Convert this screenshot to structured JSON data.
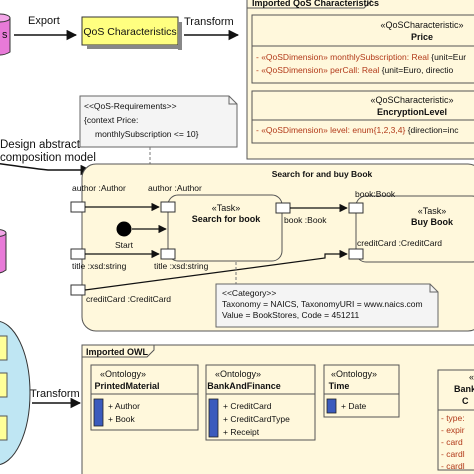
{
  "colors": {
    "background": "#ffffff",
    "frame_fill": "#fff8dc",
    "frame_border": "#555555",
    "highlight_fill": "#ffff80",
    "note_fill": "#f4f4f4",
    "ontology_side_fill": "#ffff99",
    "database_fill": "#e87ad8",
    "ellipse_fill": "#bfe6f3",
    "attribute_red": "#b23a1a",
    "port_fill": "#ffffff"
  },
  "top_flow": {
    "export_label": "Export",
    "qos_box_label": "QoS Characteristics",
    "transform_label": "Transform"
  },
  "qos_panel": {
    "title": "Imported QoS Characteristics",
    "price": {
      "stereotype": "«QoSCharacteristic»",
      "name": "Price",
      "attributes": [
        {
          "prefix": "-  «QoSDimension» ",
          "name": "monthlySubscription",
          "type": ": Real",
          "extra": " {unit=Eur"
        },
        {
          "prefix": "-  «QoSDimension» ",
          "name": "perCall",
          "type": ": Real",
          "extra": " {unit=Euro, directio"
        }
      ]
    },
    "encryption": {
      "stereotype": "«QoSCharacteristic»",
      "name": "EncryptionLevel",
      "attributes": [
        {
          "prefix": "-  «QoSDimension» ",
          "name": "level",
          "type": ": enum{1,2,3,4}",
          "extra": " {direction=inc"
        }
      ]
    }
  },
  "requirements_note": {
    "line1": "<<QoS-Requirements>>",
    "line2": "{context Price:",
    "line3": "monthlySubscription <= 10}"
  },
  "design_label": {
    "line1": "Design abstract",
    "line2": "composition model"
  },
  "composition": {
    "title": "Search for and buy Book",
    "search_task": {
      "stereotype": "«Task»",
      "name": "Search for book"
    },
    "buy_task": {
      "stereotype": "«Task»",
      "name": "Buy Book"
    },
    "start_label": "Start",
    "pins": {
      "author_left": "author :Author",
      "author_right": "author :Author",
      "title_left": "title :xsd:string",
      "title_right": "title :xsd:string",
      "book_out": "book :Book",
      "book_in": "book:Book",
      "credit_in": "creditCard :CreditCard",
      "credit_left": "creditCard :CreditCard"
    }
  },
  "category_note": {
    "line1": "<<Category>>",
    "line2": "Taxonomy = NAICS, TaxonomyURI = www.naics.com",
    "line3": "Value = BookStores, Code = 451211"
  },
  "owl_panel": {
    "title": "Imported OWL",
    "transform_label": "Transform",
    "ontologies": [
      {
        "stereotype": "«Ontology»",
        "name": "PrintedMaterial",
        "items": [
          "+ Author",
          "+ Book"
        ]
      },
      {
        "stereotype": "«Ontology»",
        "name": "BankAndFinance",
        "items": [
          "+ CreditCard",
          "+ CreditCardType",
          "+ Receipt"
        ]
      },
      {
        "stereotype": "«Ontology»",
        "name": "Time",
        "items": [
          "+ Date"
        ]
      }
    ],
    "partial_class": {
      "stereotype": "«",
      "name_line1": "Bank",
      "name_line2": "C",
      "attributes": [
        "-  type:",
        "-  expir",
        "-  card",
        "-  cardl",
        "-  cardl"
      ]
    }
  }
}
